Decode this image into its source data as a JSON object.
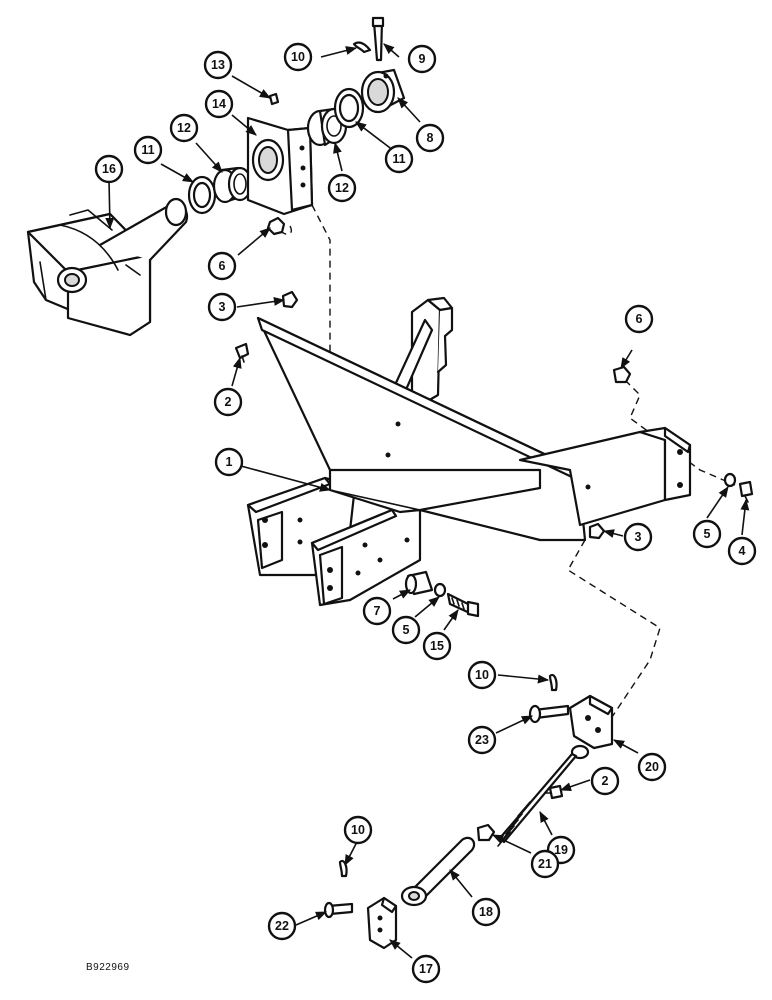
{
  "drawing_code": "B922969",
  "callouts": {
    "c1": "1",
    "c2a": "2",
    "c2b": "2",
    "c3a": "3",
    "c3b": "3",
    "c4": "4",
    "c5a": "5",
    "c5b": "5",
    "c6a": "6",
    "c6b": "6",
    "c7": "7",
    "c8": "8",
    "c9": "9",
    "c10a": "10",
    "c10b": "10",
    "c10c": "10",
    "c11a": "11",
    "c11b": "11",
    "c12a": "12",
    "c12b": "12",
    "c13": "13",
    "c14": "14",
    "c15": "15",
    "c16": "16",
    "c17": "17",
    "c18": "18",
    "c19": "19",
    "c20": "20",
    "c21": "21",
    "c22": "22",
    "c23": "23"
  }
}
